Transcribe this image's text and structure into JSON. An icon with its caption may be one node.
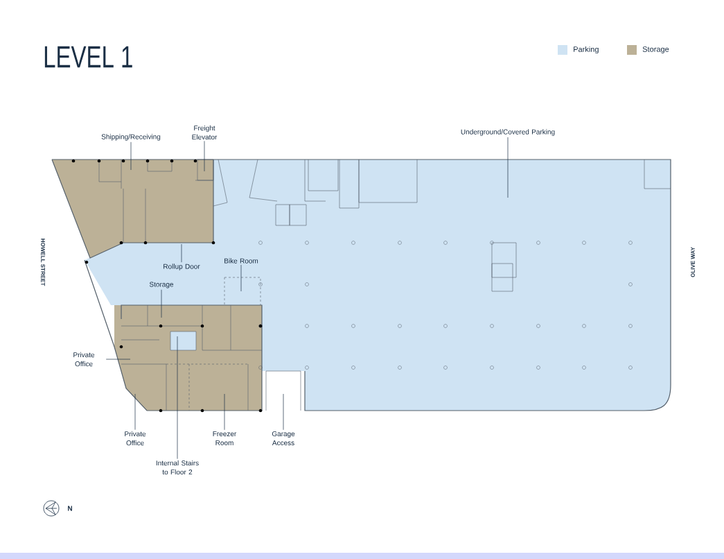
{
  "diagram": {
    "title": "LEVEL 1",
    "nodes": [
      {
        "text": [
          "Shipping/Receiving"
        ]
      },
      {
        "text": [
          "Freight Elevator"
        ]
      },
      {
        "text": [
          "Underground/Covered Parking"
        ]
      },
      {
        "text": [
          "Rollup Door"
        ]
      },
      {
        "text": [
          "Bike Room"
        ]
      },
      {
        "text": [
          "Storage"
        ]
      },
      {
        "text": [
          "Private Office"
        ]
      },
      {
        "text": [
          "Private Office"
        ]
      },
      {
        "text": [
          "Freezer Room"
        ]
      },
      {
        "text": [
          "Garage Access"
        ]
      },
      {
        "text": [
          "Internal Stairs to Floor 2"
        ]
      }
    ],
    "edges": [
      {
        "from": 0,
        "to": null,
        "arrow": "none"
      },
      {
        "from": 1,
        "to": null,
        "arrow": "none"
      },
      {
        "from": 2,
        "to": null,
        "arrow": "none"
      },
      {
        "from": 3,
        "to": null,
        "arrow": "none"
      },
      {
        "from": 4,
        "to": null,
        "arrow": "none"
      },
      {
        "from": 5,
        "to": null,
        "arrow": "none"
      },
      {
        "from": 6,
        "to": null,
        "arrow": "none"
      },
      {
        "from": 7,
        "to": null,
        "arrow": "none"
      },
      {
        "from": 8,
        "to": null,
        "arrow": "none"
      },
      {
        "from": 9,
        "to": null,
        "arrow": "none"
      },
      {
        "from": 10,
        "to": null,
        "arrow": "none"
      }
    ],
    "labels": [
      "HOWELL STREET",
      "OLIVE WAY",
      "N"
    ],
    "legend": [
      {
        "text": "Parking",
        "color": "#cfe3f3"
      },
      {
        "text": "Storage",
        "color": "#bcb197"
      }
    ]
  }
}
